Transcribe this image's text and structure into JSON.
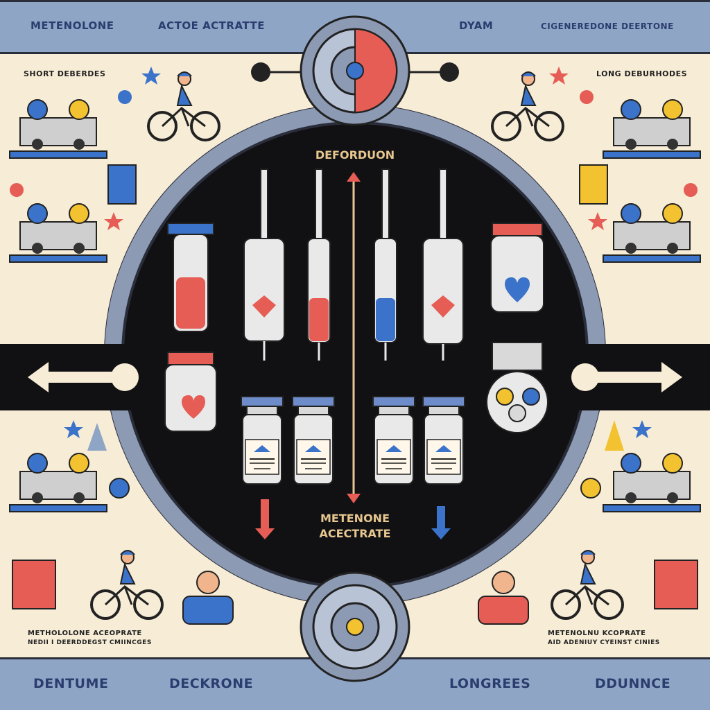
{
  "header": {
    "labels": [
      "METENOLONE",
      "ACTOE ACTRATTE",
      "DYAM",
      "CIGENEREDONE DEERTONE"
    ]
  },
  "side_labels": {
    "left": "SHORT DEBERDES",
    "right": "LONG DEBURHODES"
  },
  "center": {
    "title": "DEFORDUON",
    "subtitle_line1": "METENONE",
    "subtitle_line2": "ACECTRATE"
  },
  "captions": {
    "left_line1": "METHOLOLONE ACEOPRATE",
    "left_line2": "NEDII I DEERDDEGST CMIINCGES",
    "right_line1": "METENOLNU KCOPRATE",
    "right_line2": "AID ADENIUY CYEINST CINIES"
  },
  "footer": {
    "labels": [
      "DENTUME",
      "DECKRONE",
      "LONGREES",
      "DDUNNCE"
    ]
  },
  "colors": {
    "cream": "#f7ecd6",
    "band": "#8fa5c6",
    "navy": "#2b3d6e",
    "black": "#111114",
    "ring": "#8c9ab3",
    "red": "#e55d55",
    "blue": "#3a73c9",
    "yellow": "#f2c230",
    "gold": "#e7c78f"
  },
  "icons": [
    "syringe-icon",
    "vial-icon",
    "heart-icon",
    "gear-icon",
    "cyclist-icon",
    "person-icon",
    "arrow-icon",
    "star-icon"
  ]
}
